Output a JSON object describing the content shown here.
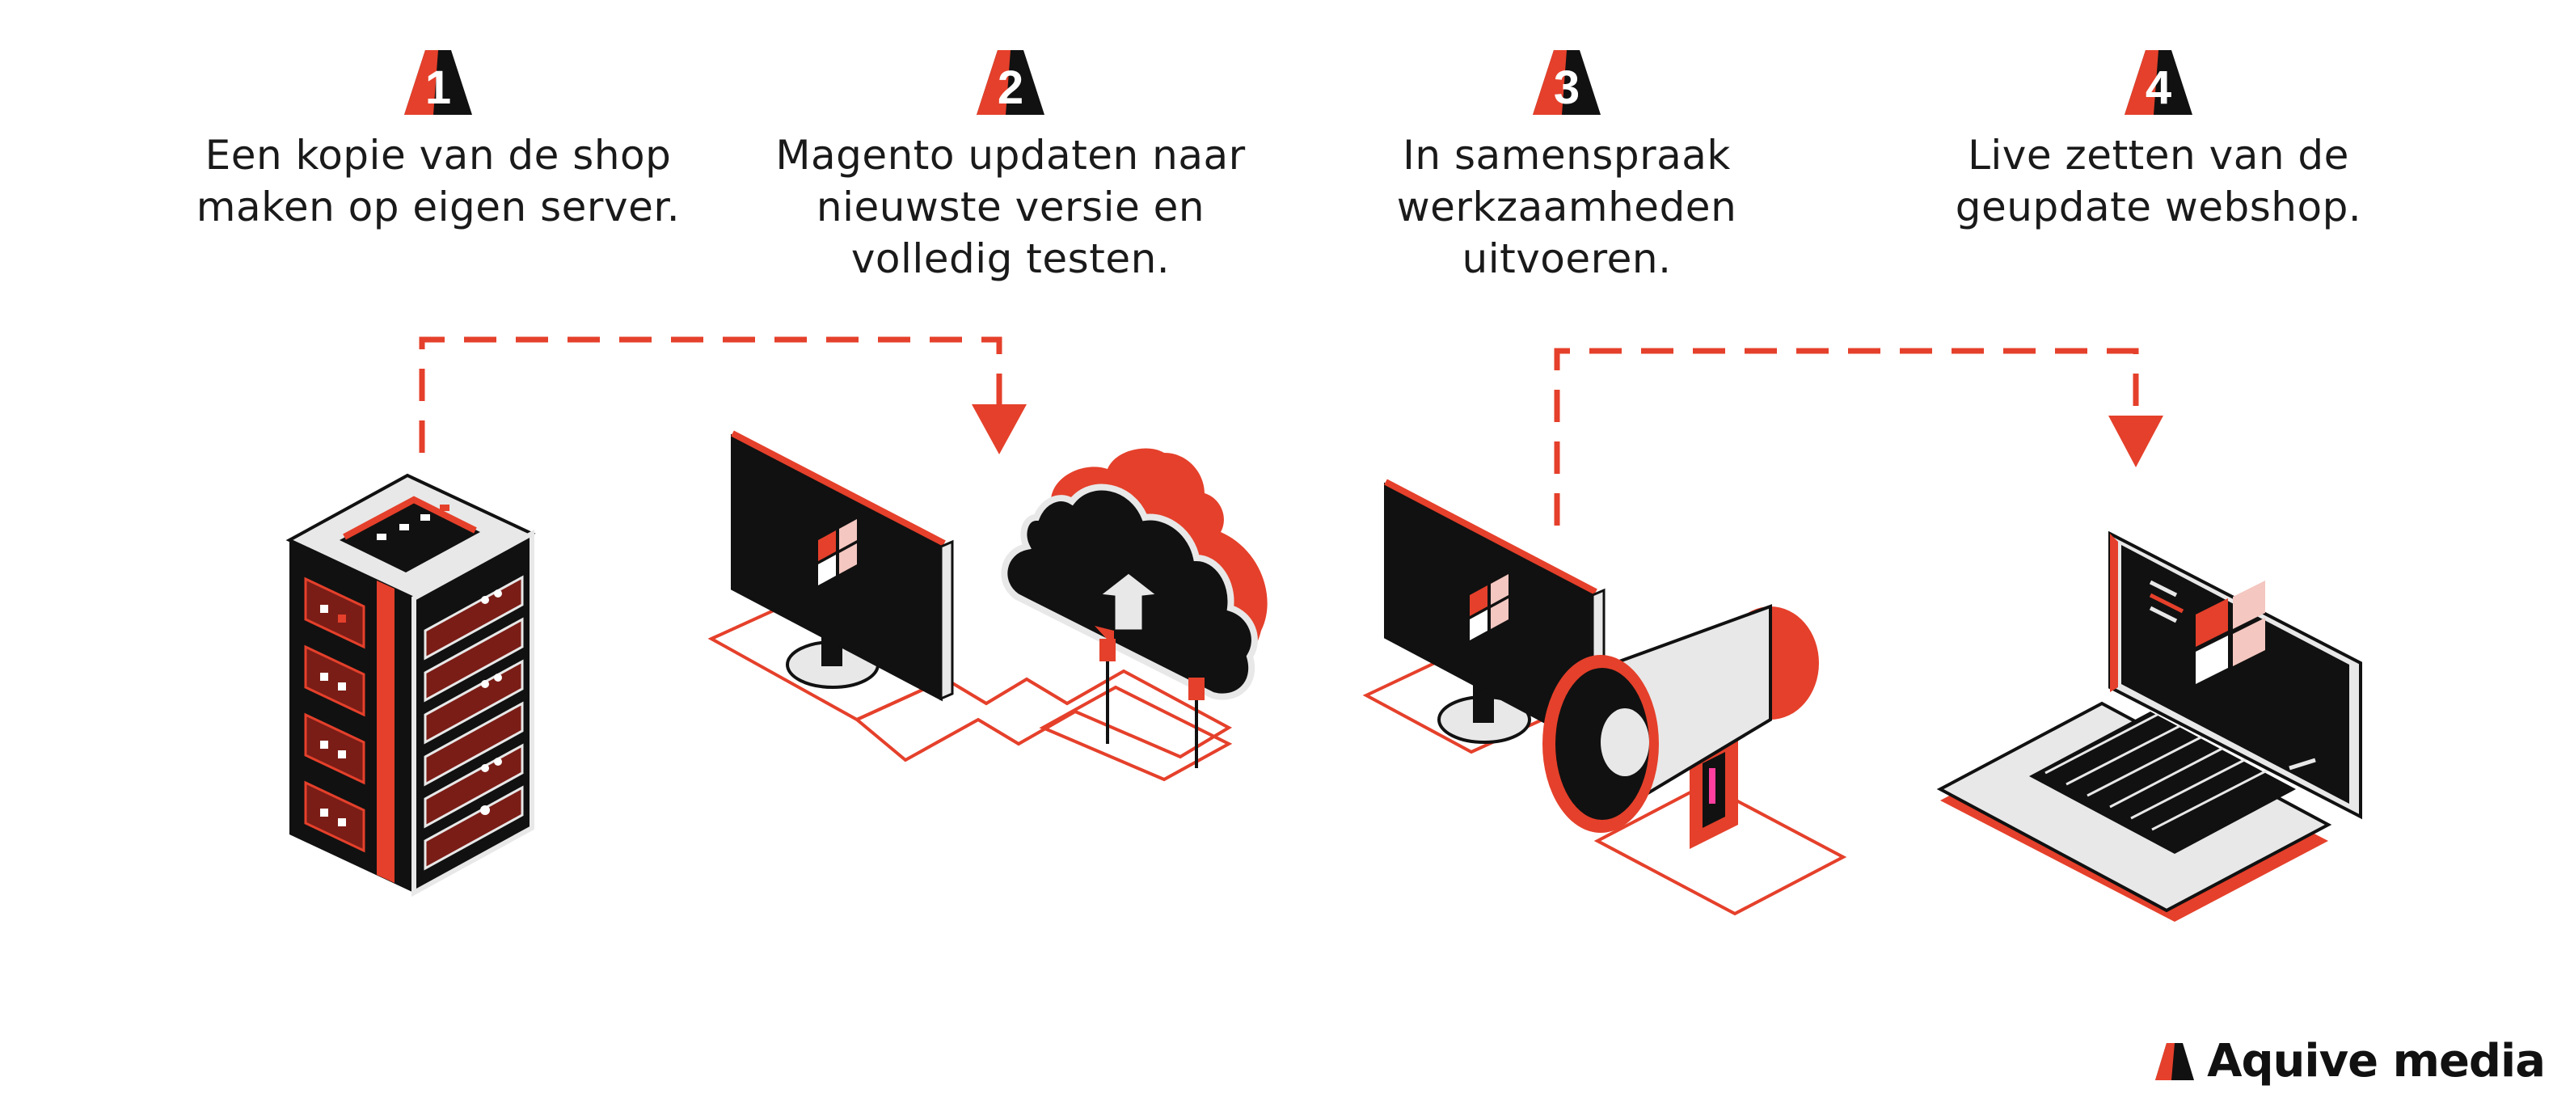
{
  "steps": [
    {
      "number": "1",
      "lines": [
        "Een kopie van de shop",
        "maken op eigen server."
      ]
    },
    {
      "number": "2",
      "lines": [
        "Magento updaten naar",
        "nieuwste versie en",
        "volledig testen."
      ]
    },
    {
      "number": "3",
      "lines": [
        "In samenspraak",
        "werkzaamheden",
        "uitvoeren."
      ]
    },
    {
      "number": "4",
      "lines": [
        "Live zetten van de",
        "geupdate webshop."
      ]
    }
  ],
  "icons": [
    "server-icon",
    "monitor-icon",
    "cloud-upload-icon",
    "megaphone-icon",
    "laptop-icon"
  ],
  "brand": {
    "name": "Aquive media",
    "accent": "#E5402B",
    "dark": "#111111",
    "light": "#E8E8E8"
  }
}
